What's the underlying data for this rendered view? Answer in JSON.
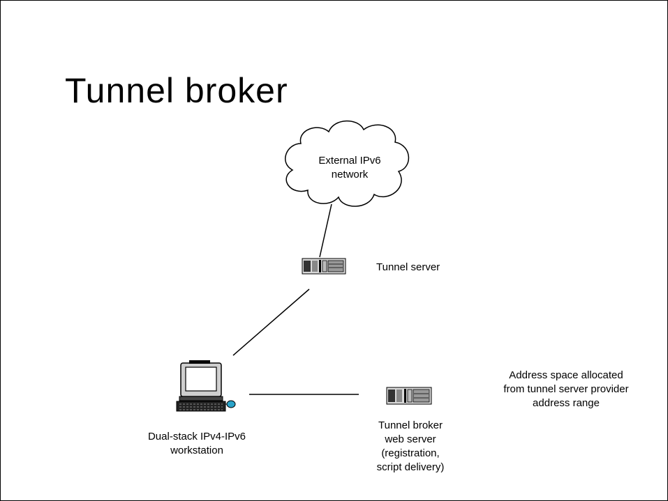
{
  "slide": {
    "title": "Tunnel broker"
  },
  "nodes": {
    "cloud": {
      "label_line1": "External IPv6",
      "label_line2": "network",
      "icon": "cloud-icon"
    },
    "tunnel_server": {
      "label": "Tunnel server",
      "icon": "server-icon"
    },
    "workstation": {
      "label_line1": "Dual-stack IPv4-IPv6",
      "label_line2": "workstation",
      "icon": "computer-icon"
    },
    "web_server": {
      "label_line1": "Tunnel broker",
      "label_line2": "web server",
      "label_line3": "(registration,",
      "label_line4": "script delivery)",
      "icon": "server-icon"
    }
  },
  "annotation": {
    "line1": "Address space allocated",
    "line2": "from tunnel server provider",
    "line3": "address range"
  }
}
